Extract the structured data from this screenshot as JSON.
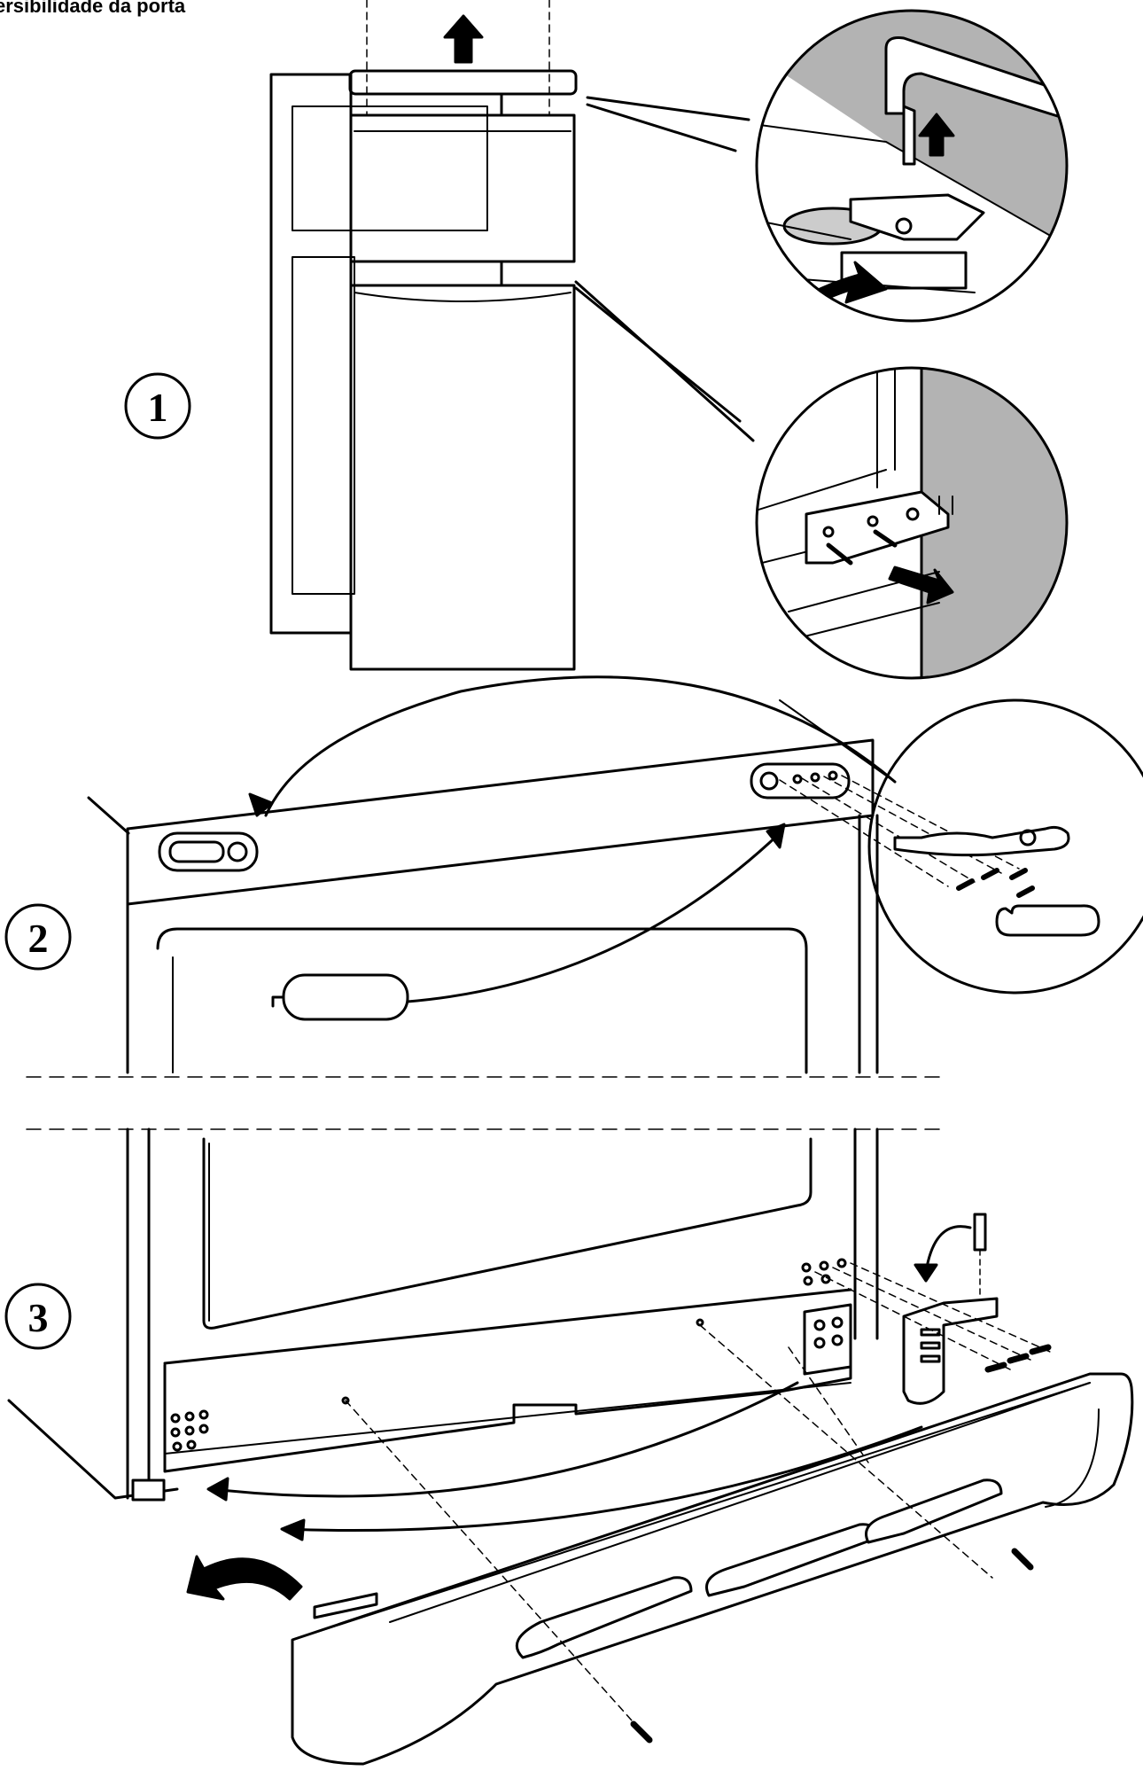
{
  "title": "ersibilidade da porta",
  "steps": [
    {
      "label": "1"
    },
    {
      "label": "2"
    },
    {
      "label": "3"
    }
  ],
  "colors": {
    "ink": "#000000",
    "wall": "#b3b3b3",
    "paper": "#ffffff"
  },
  "icons": [
    "arrow-up-icon",
    "arrow-curved-icon",
    "screw-icon",
    "hinge-icon",
    "plug-icon"
  ]
}
